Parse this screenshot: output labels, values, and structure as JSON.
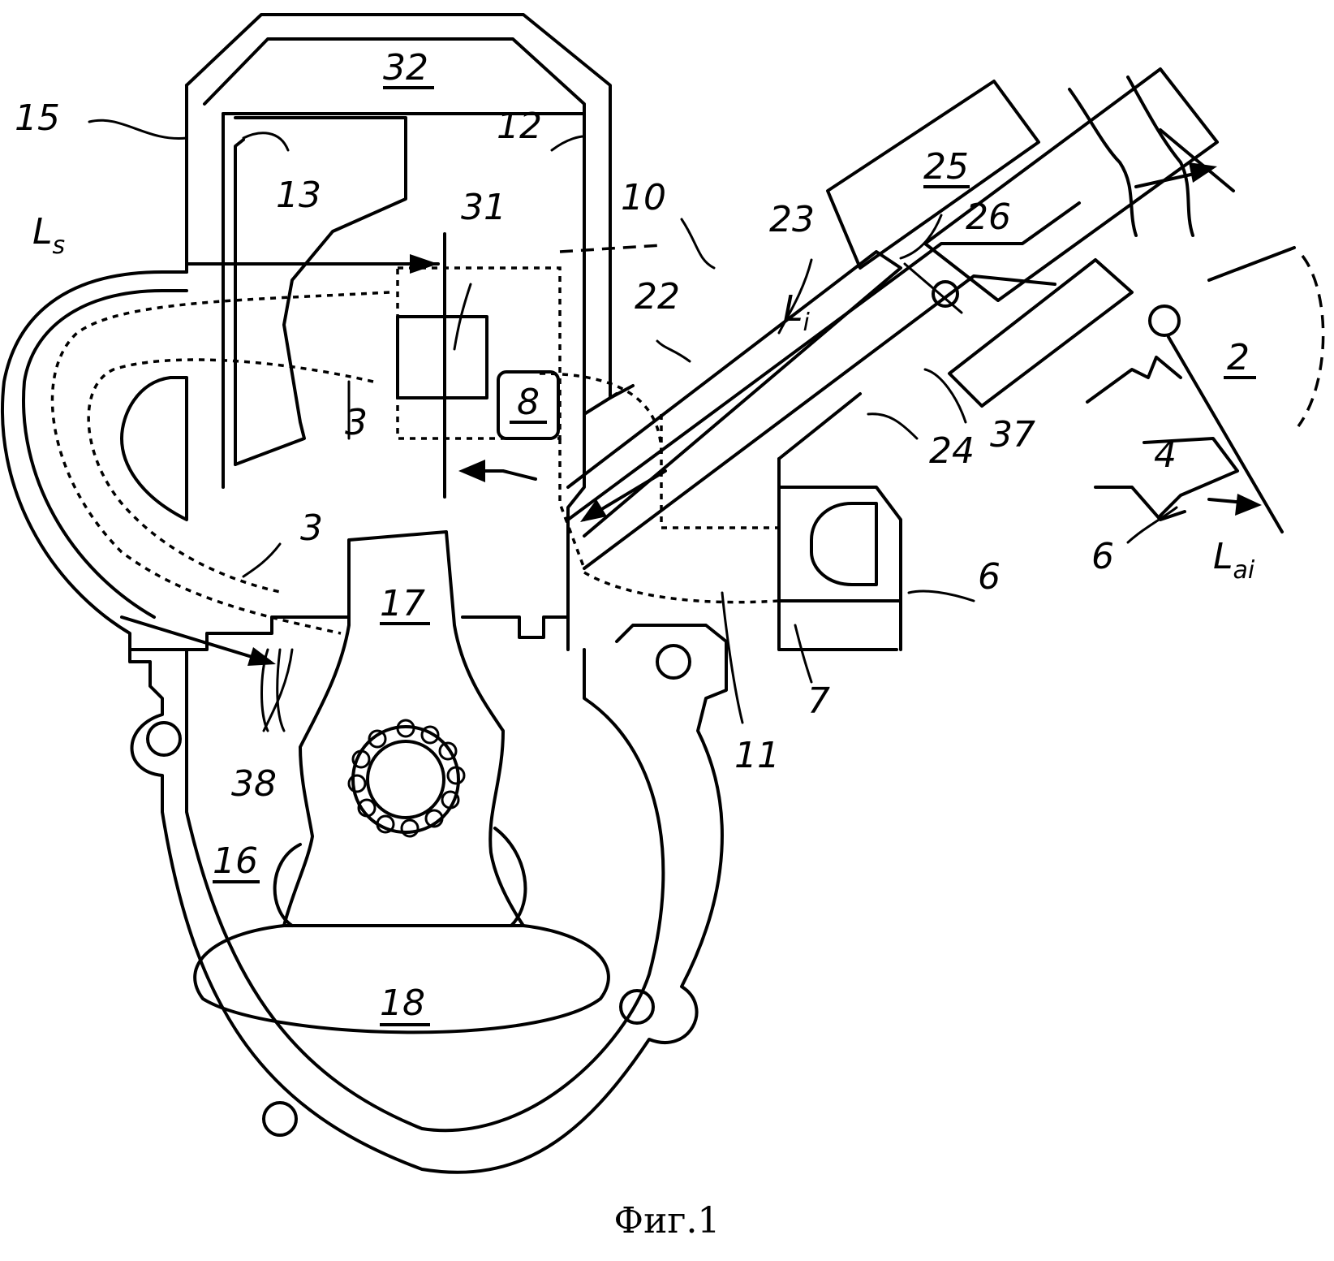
{
  "figure": {
    "caption": "Фиг.1",
    "labels": [
      {
        "id": "15",
        "text": "15",
        "underline": false
      },
      {
        "id": "32",
        "text": "32",
        "underline": true
      },
      {
        "id": "12",
        "text": "12",
        "underline": false
      },
      {
        "id": "13",
        "text": "13",
        "underline": false
      },
      {
        "id": "31",
        "text": "31",
        "underline": false
      },
      {
        "id": "10",
        "text": "10",
        "underline": false
      },
      {
        "id": "Ls",
        "text": "L",
        "sub": "s",
        "underline": false
      },
      {
        "id": "3a",
        "text": "3",
        "underline": false
      },
      {
        "id": "3b",
        "text": "3",
        "underline": false
      },
      {
        "id": "8",
        "text": "8",
        "underline": true
      },
      {
        "id": "22",
        "text": "22",
        "underline": false
      },
      {
        "id": "23",
        "text": "23",
        "underline": false
      },
      {
        "id": "25",
        "text": "25",
        "underline": true
      },
      {
        "id": "26",
        "text": "26",
        "underline": false
      },
      {
        "id": "Li",
        "text": "L",
        "sub": "i",
        "underline": false
      },
      {
        "id": "2",
        "text": "2",
        "underline": true
      },
      {
        "id": "37",
        "text": "37",
        "underline": false
      },
      {
        "id": "24",
        "text": "24",
        "underline": false
      },
      {
        "id": "4",
        "text": "4",
        "underline": false
      },
      {
        "id": "6a",
        "text": "6",
        "underline": false
      },
      {
        "id": "Lai",
        "text": "L",
        "sub": "ai",
        "underline": false
      },
      {
        "id": "6b",
        "text": "6",
        "underline": false
      },
      {
        "id": "17",
        "text": "17",
        "underline": true
      },
      {
        "id": "7",
        "text": "7",
        "underline": false
      },
      {
        "id": "11",
        "text": "11",
        "underline": false
      },
      {
        "id": "38",
        "text": "38",
        "underline": false
      },
      {
        "id": "16",
        "text": "16",
        "underline": true
      },
      {
        "id": "18",
        "text": "18",
        "underline": true
      }
    ]
  }
}
